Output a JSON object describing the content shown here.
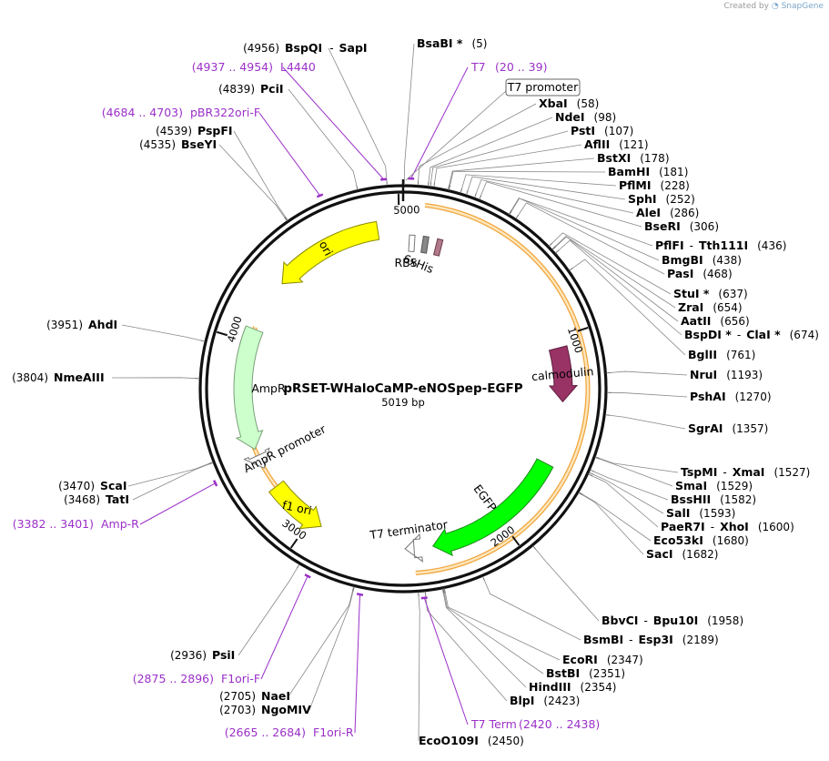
{
  "credit": {
    "prefix": "Created by",
    "brand": "SnapGene"
  },
  "plasmid": {
    "name": "pRSET-WHaloCaMP-eNOSpep-EGFP",
    "size_label": "5019 bp",
    "length": 5019
  },
  "ticks": [
    {
      "pos": 1000,
      "label": "1000"
    },
    {
      "pos": 2000,
      "label": "2000"
    },
    {
      "pos": 3000,
      "label": "3000"
    },
    {
      "pos": 4000,
      "label": "4000"
    },
    {
      "pos": 5000,
      "label": "5000"
    }
  ],
  "features": [
    {
      "name": "ori",
      "start": 4335,
      "end": 4892,
      "dir": -1,
      "color": "#ffff00",
      "stroke": "#8a8a00",
      "label": "ori",
      "track": "ring"
    },
    {
      "name": "AmpR",
      "start": 3454,
      "end": 4068,
      "dir": -1,
      "color": "#ccffcc",
      "stroke": "#7aa07a",
      "label": "AmpR",
      "track": "ring"
    },
    {
      "name": "AmpR promoter",
      "start": 3350,
      "end": 3420,
      "dir": -1,
      "color": "#ffffff",
      "stroke": "#777777",
      "label": "AmpR promoter",
      "track": "ring"
    },
    {
      "name": "f1 ori",
      "start": 2938,
      "end": 3240,
      "dir": -1,
      "color": "#ffff00",
      "stroke": "#8a8a00",
      "label": "f1 ori",
      "track": "ring"
    },
    {
      "name": "calmodulin",
      "start": 1050,
      "end": 1320,
      "dir": 1,
      "color": "#993366",
      "stroke": "#5e1f3f",
      "label": "calmodulin",
      "track": "ring"
    },
    {
      "name": "EGFP",
      "start": 1640,
      "end": 2360,
      "dir": 1,
      "color": "#00ff00",
      "stroke": "#1f8a1f",
      "label": "EGFP",
      "track": "ring"
    },
    {
      "name": "T7 terminator",
      "start": 2455,
      "end": 2500,
      "dir": 1,
      "color": "#ffffff",
      "stroke": "#777777",
      "label": "T7 terminator",
      "track": "ring"
    },
    {
      "name": "RBS",
      "start": 35,
      "end": 60,
      "dir": 0,
      "color": "#ffffff",
      "stroke": "#777777",
      "label": "RBS",
      "track": "ring"
    },
    {
      "name": "6xHis",
      "start": 110,
      "end": 130,
      "dir": 0,
      "color": "#888888",
      "stroke": "#555555",
      "label": "6xHis",
      "track": "ring"
    },
    {
      "name": "tag",
      "start": 185,
      "end": 205,
      "dir": 0,
      "color": "#b07a8a",
      "stroke": "#6a3a4a",
      "label": "",
      "track": "ring"
    }
  ],
  "orf_arcs": [
    {
      "start": 95,
      "end": 2455,
      "side": "outer"
    },
    {
      "start": 3000,
      "end": 4080,
      "side": "inner"
    }
  ],
  "primers": [
    {
      "name": "L4440",
      "range": "(4937 .. 4954)",
      "mid": 4945
    },
    {
      "name": "T7",
      "range": "(20 .. 39)",
      "mid": 30
    },
    {
      "name": "pBR322ori-F",
      "range": "(4684 .. 4703)",
      "mid": 4694
    },
    {
      "name": "Amp-R",
      "range": "(3382 .. 3401)",
      "mid": 3392
    },
    {
      "name": "F1ori-F",
      "range": "(2875 .. 2896)",
      "mid": 2886
    },
    {
      "name": "F1ori-R",
      "range": "(2665 .. 2684)",
      "mid": 2675
    },
    {
      "name": "T7 Term",
      "range": "(2420 .. 2438)",
      "mid": 2429
    }
  ],
  "t7_promoter_box": {
    "label": "T7 promoter",
    "pos": 10
  },
  "sites": [
    {
      "name": "BspQI",
      "name2": "SapI",
      "pos": 4956,
      "pos_label": "(4956)",
      "star": false,
      "side": "left"
    },
    {
      "name": "BsaBI",
      "pos": 5,
      "pos_label": "(5)",
      "star": true,
      "side": "right"
    },
    {
      "name": "PciI",
      "pos": 4839,
      "pos_label": "(4839)",
      "star": false,
      "side": "left"
    },
    {
      "name": "PspFI",
      "pos": 4539,
      "pos_label": "(4539)",
      "star": false,
      "side": "left"
    },
    {
      "name": "BseYI",
      "pos": 4535,
      "pos_label": "(4535)",
      "star": false,
      "side": "left"
    },
    {
      "name": "XbaI",
      "pos": 58,
      "pos_label": "(58)",
      "star": false,
      "side": "right"
    },
    {
      "name": "NdeI",
      "pos": 98,
      "pos_label": "(98)",
      "star": false,
      "side": "right"
    },
    {
      "name": "PstI",
      "pos": 107,
      "pos_label": "(107)",
      "star": false,
      "side": "right"
    },
    {
      "name": "AflII",
      "pos": 121,
      "pos_label": "(121)",
      "star": false,
      "side": "right"
    },
    {
      "name": "BstXI",
      "pos": 178,
      "pos_label": "(178)",
      "star": false,
      "side": "right"
    },
    {
      "name": "BamHI",
      "pos": 181,
      "pos_label": "(181)",
      "star": false,
      "side": "right"
    },
    {
      "name": "PflMI",
      "pos": 228,
      "pos_label": "(228)",
      "star": false,
      "side": "right"
    },
    {
      "name": "SphI",
      "pos": 252,
      "pos_label": "(252)",
      "star": false,
      "side": "right"
    },
    {
      "name": "AleI",
      "pos": 286,
      "pos_label": "(286)",
      "star": false,
      "side": "right"
    },
    {
      "name": "BseRI",
      "pos": 306,
      "pos_label": "(306)",
      "star": false,
      "side": "right"
    },
    {
      "name": "PflFI",
      "name2": "Tth111I",
      "pos": 436,
      "pos_label": "(436)",
      "star": false,
      "side": "right"
    },
    {
      "name": "BmgBI",
      "pos": 438,
      "pos_label": "(438)",
      "star": false,
      "side": "right"
    },
    {
      "name": "PasI",
      "pos": 468,
      "pos_label": "(468)",
      "star": false,
      "side": "right"
    },
    {
      "name": "StuI",
      "pos": 637,
      "pos_label": "(637)",
      "star": true,
      "side": "right"
    },
    {
      "name": "ZraI",
      "pos": 654,
      "pos_label": "(654)",
      "star": false,
      "side": "right"
    },
    {
      "name": "AatII",
      "pos": 656,
      "pos_label": "(656)",
      "star": false,
      "side": "right"
    },
    {
      "name": "BspDI",
      "name2": "ClaI",
      "pos": 674,
      "pos_label": "(674)",
      "star": true,
      "star2": true,
      "side": "right"
    },
    {
      "name": "BglII",
      "pos": 761,
      "pos_label": "(761)",
      "star": false,
      "side": "right"
    },
    {
      "name": "NruI",
      "pos": 1193,
      "pos_label": "(1193)",
      "star": false,
      "side": "right"
    },
    {
      "name": "PshAI",
      "pos": 1270,
      "pos_label": "(1270)",
      "star": false,
      "side": "right"
    },
    {
      "name": "SgrAI",
      "pos": 1357,
      "pos_label": "(1357)",
      "star": false,
      "side": "right"
    },
    {
      "name": "TspMI",
      "name2": "XmaI",
      "pos": 1527,
      "pos_label": "(1527)",
      "star": false,
      "side": "right"
    },
    {
      "name": "SmaI",
      "pos": 1529,
      "pos_label": "(1529)",
      "star": false,
      "side": "right"
    },
    {
      "name": "BssHII",
      "pos": 1582,
      "pos_label": "(1582)",
      "star": false,
      "side": "right"
    },
    {
      "name": "SalI",
      "pos": 1593,
      "pos_label": "(1593)",
      "star": false,
      "side": "right"
    },
    {
      "name": "PaeR7I",
      "name2": "XhoI",
      "pos": 1600,
      "pos_label": "(1600)",
      "star": false,
      "side": "right"
    },
    {
      "name": "Eco53kI",
      "pos": 1680,
      "pos_label": "(1680)",
      "star": false,
      "side": "right"
    },
    {
      "name": "SacI",
      "pos": 1682,
      "pos_label": "(1682)",
      "star": false,
      "side": "right"
    },
    {
      "name": "BbvCI",
      "name2": "Bpu10I",
      "pos": 1958,
      "pos_label": "(1958)",
      "star": false,
      "side": "right"
    },
    {
      "name": "BsmBI",
      "name2": "Esp3I",
      "pos": 2189,
      "pos_label": "(2189)",
      "star": false,
      "side": "right"
    },
    {
      "name": "EcoRI",
      "pos": 2347,
      "pos_label": "(2347)",
      "star": false,
      "side": "right"
    },
    {
      "name": "BstBI",
      "pos": 2351,
      "pos_label": "(2351)",
      "star": false,
      "side": "right"
    },
    {
      "name": "HindIII",
      "pos": 2354,
      "pos_label": "(2354)",
      "star": false,
      "side": "right"
    },
    {
      "name": "BlpI",
      "pos": 2423,
      "pos_label": "(2423)",
      "star": false,
      "side": "right"
    },
    {
      "name": "EcoO109I",
      "pos": 2450,
      "pos_label": "(2450)",
      "star": false,
      "side": "right"
    },
    {
      "name": "PsiI",
      "pos": 2936,
      "pos_label": "(2936)",
      "star": false,
      "side": "left"
    },
    {
      "name": "NaeI",
      "pos": 2705,
      "pos_label": "(2705)",
      "star": false,
      "side": "left"
    },
    {
      "name": "NgoMIV",
      "pos": 2703,
      "pos_label": "(2703)",
      "star": false,
      "side": "left"
    },
    {
      "name": "ScaI",
      "pos": 3470,
      "pos_label": "(3470)",
      "star": false,
      "side": "left"
    },
    {
      "name": "TatI",
      "pos": 3468,
      "pos_label": "(3468)",
      "star": false,
      "side": "left"
    },
    {
      "name": "AhdI",
      "pos": 3951,
      "pos_label": "(3951)",
      "star": false,
      "side": "left"
    },
    {
      "name": "NmeAIII",
      "pos": 3804,
      "pos_label": "(3804)",
      "star": false,
      "side": "left"
    }
  ]
}
